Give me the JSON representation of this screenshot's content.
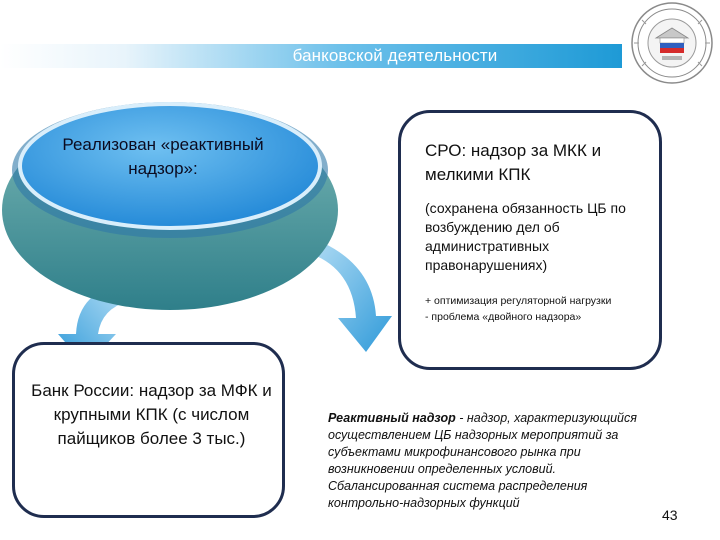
{
  "header": {
    "title": "банковской деятельности"
  },
  "logo": {
    "emblem": "university-seal-icon"
  },
  "ellipse": {
    "text": "Реализован «реактивный надзор»:"
  },
  "top_box": {
    "title": "СРО: надзор за МКК и мелкими КПК",
    "note": "(сохранена обязанность ЦБ по возбуждению дел об административных правонарушениях)",
    "plus_line": "+ оптимизация регуляторной нагрузки",
    "minus_line": "- проблема «двойного надзора»"
  },
  "bottom_box": {
    "text": "Банк России: надзор за МФК и крупными КПК (с числом пайщиков более 3 тыс.)"
  },
  "definition": {
    "term": "Реактивный надзор",
    "text": " - надзор, характеризующийся осуществлением ЦБ надзорных мероприятий за субъектами микрофинансового рынка при возникновении определенных условий.",
    "extra": "Сбалансированная система распределения контрольно-надзорных функций"
  },
  "page_number": "43",
  "colors": {
    "frame": "#1f2d4f",
    "arrow": "#3aa4df",
    "ellipse_top": "#4aa8e8",
    "ellipse_base": "#3f8f98"
  }
}
